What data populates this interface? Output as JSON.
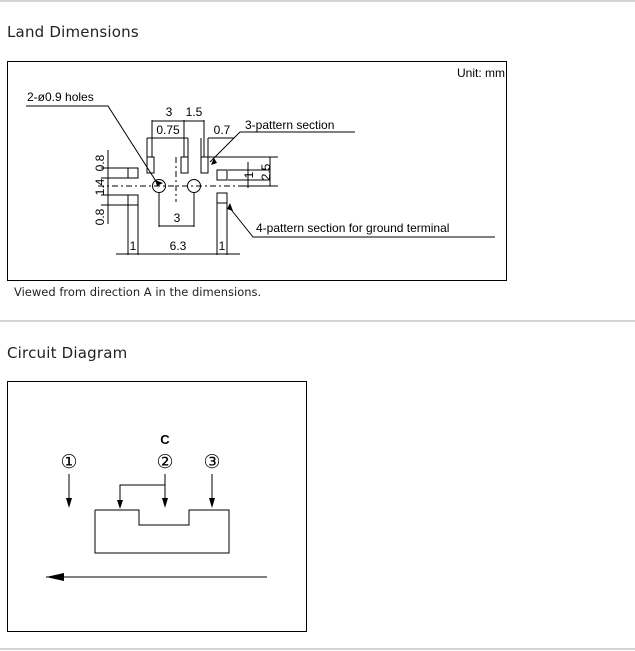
{
  "land": {
    "heading": "Land Dimensions",
    "unit": "Unit: mm",
    "holes_label": "2-ø0.9 holes",
    "dim_3": "3",
    "dim_1_5": "1.5",
    "dim_0_75": "0.75",
    "dim_0_7": "0.7",
    "three_pattern": "3-pattern section",
    "left_0_8_top": "0.8",
    "left_1_4": "1.4",
    "left_0_8_bottom": "0.8",
    "right_1": "1",
    "right_2_5": "2.5",
    "center_3": "3",
    "bottom_1_left": "1",
    "bottom_6_3": "6.3",
    "bottom_1_right": "1",
    "four_pattern": "4-pattern section for ground terminal",
    "note": "Viewed from direction A in the dimensions."
  },
  "circuit": {
    "heading": "Circuit Diagram",
    "c_label": "C",
    "terminals": [
      "①",
      "②",
      "③"
    ]
  }
}
